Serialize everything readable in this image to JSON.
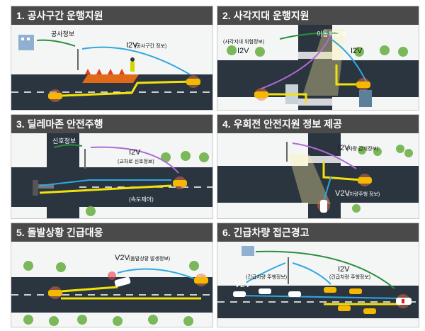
{
  "panels": [
    {
      "title": "1. 공사구간 운행지원",
      "labels": {
        "info": "공사정보",
        "i2v": "I2V",
        "i2v_note": "(공사구간 정보)"
      }
    },
    {
      "title": "2. 사각지대 운행지원",
      "labels": {
        "mover": "이동체정보",
        "i2v_a": "I2V",
        "i2v_a_note": "(사각지대 위험정보)",
        "i2v_b": "I2V"
      }
    },
    {
      "title": "3. 딜레마존 안전주행",
      "labels": {
        "signal": "신호정보",
        "i2v": "I2V",
        "i2v_note": "(교차로 신호정보)",
        "speed": "(속도제어)"
      }
    },
    {
      "title": "4. 우회전 안전지원 정보 제공",
      "labels": {
        "i2v": "I2V",
        "i2v_note": "(차량 감지정보)",
        "v2v": "V2V",
        "v2v_note": "(차량주행 정보)"
      }
    },
    {
      "title": "5. 돌발상황 긴급대응",
      "labels": {
        "v2v": "V2V",
        "v2v_note": "(돌발상황 발생정보)"
      }
    },
    {
      "title": "6. 긴급차량 접근경고",
      "labels": {
        "v2v": "V2V",
        "v2v_note": "(긴급차량 주행정보)",
        "i2v": "I2V",
        "i2v_note": "(긴급차량 주행정보)"
      }
    }
  ],
  "colors": {
    "road": "#2b3540",
    "lane": "#ffffff",
    "path": "#f2e20a",
    "i2v": "#2fa8e0",
    "green_arrow": "#2a8f3e",
    "purple": "#b06ad6",
    "car": "#f5b800",
    "tree": "#7bb85a"
  }
}
